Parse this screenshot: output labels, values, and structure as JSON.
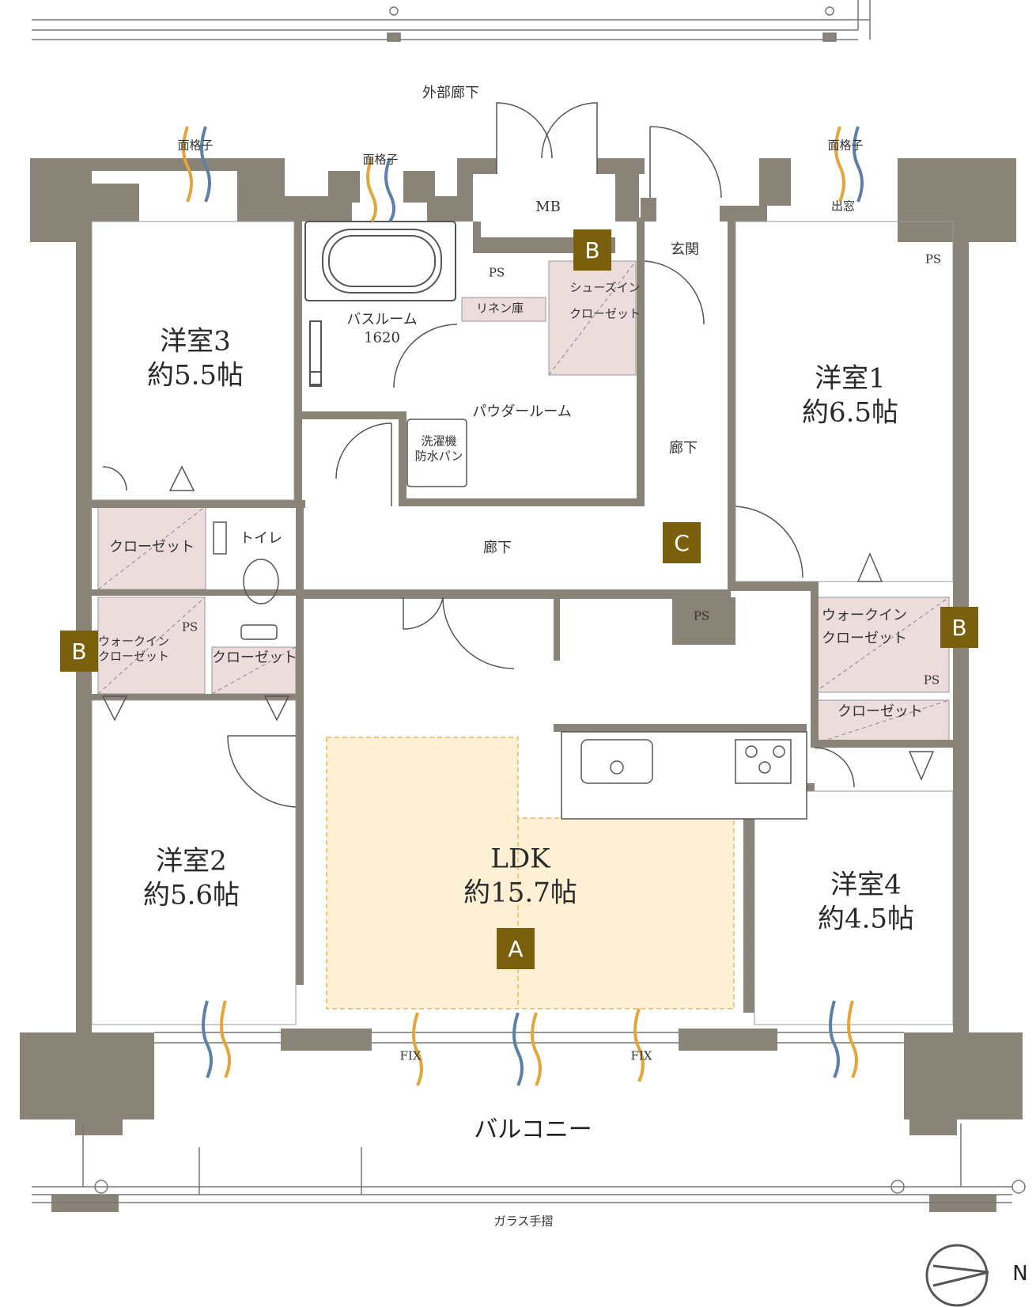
{
  "colors": {
    "wall": "#8a8478",
    "closet_fill": "#ecdcdc",
    "ldk_fill": "#fdf0d5",
    "marker": "#7a5f0c",
    "wind_blue": "#5d7fa8",
    "wind_orange": "#e2a63a"
  },
  "rooms": {
    "western3": {
      "name": "洋室3",
      "size": "約5.5帖"
    },
    "western1": {
      "name": "洋室1",
      "size": "約6.5帖"
    },
    "western2": {
      "name": "洋室2",
      "size": "約5.6帖"
    },
    "western4": {
      "name": "洋室4",
      "size": "約4.5帖"
    },
    "ldk": {
      "name": "LDK",
      "size": "約15.7帖"
    }
  },
  "labels": {
    "outer_corridor": "外部廊下",
    "lattice": "面格子",
    "bay_window": "出窓",
    "mb": "MB",
    "entrance": "玄関",
    "ps": "PS",
    "bathroom": "バスルーム",
    "bath_size": "1620",
    "linen": "リネン庫",
    "shoes_closet": "シューズイン",
    "closet": "クローゼット",
    "powder_room": "パウダールーム",
    "washer": "洗濯機",
    "washer_pan": "防水パン",
    "corridor": "廊下",
    "toilet": "トイレ",
    "walkin": "ウォークイン",
    "fix": "FIX",
    "balcony": "バルコニー",
    "glass_rail": "ガラス手摺",
    "north": "N"
  },
  "markers": {
    "a": "A",
    "b": "B",
    "c": "C"
  }
}
